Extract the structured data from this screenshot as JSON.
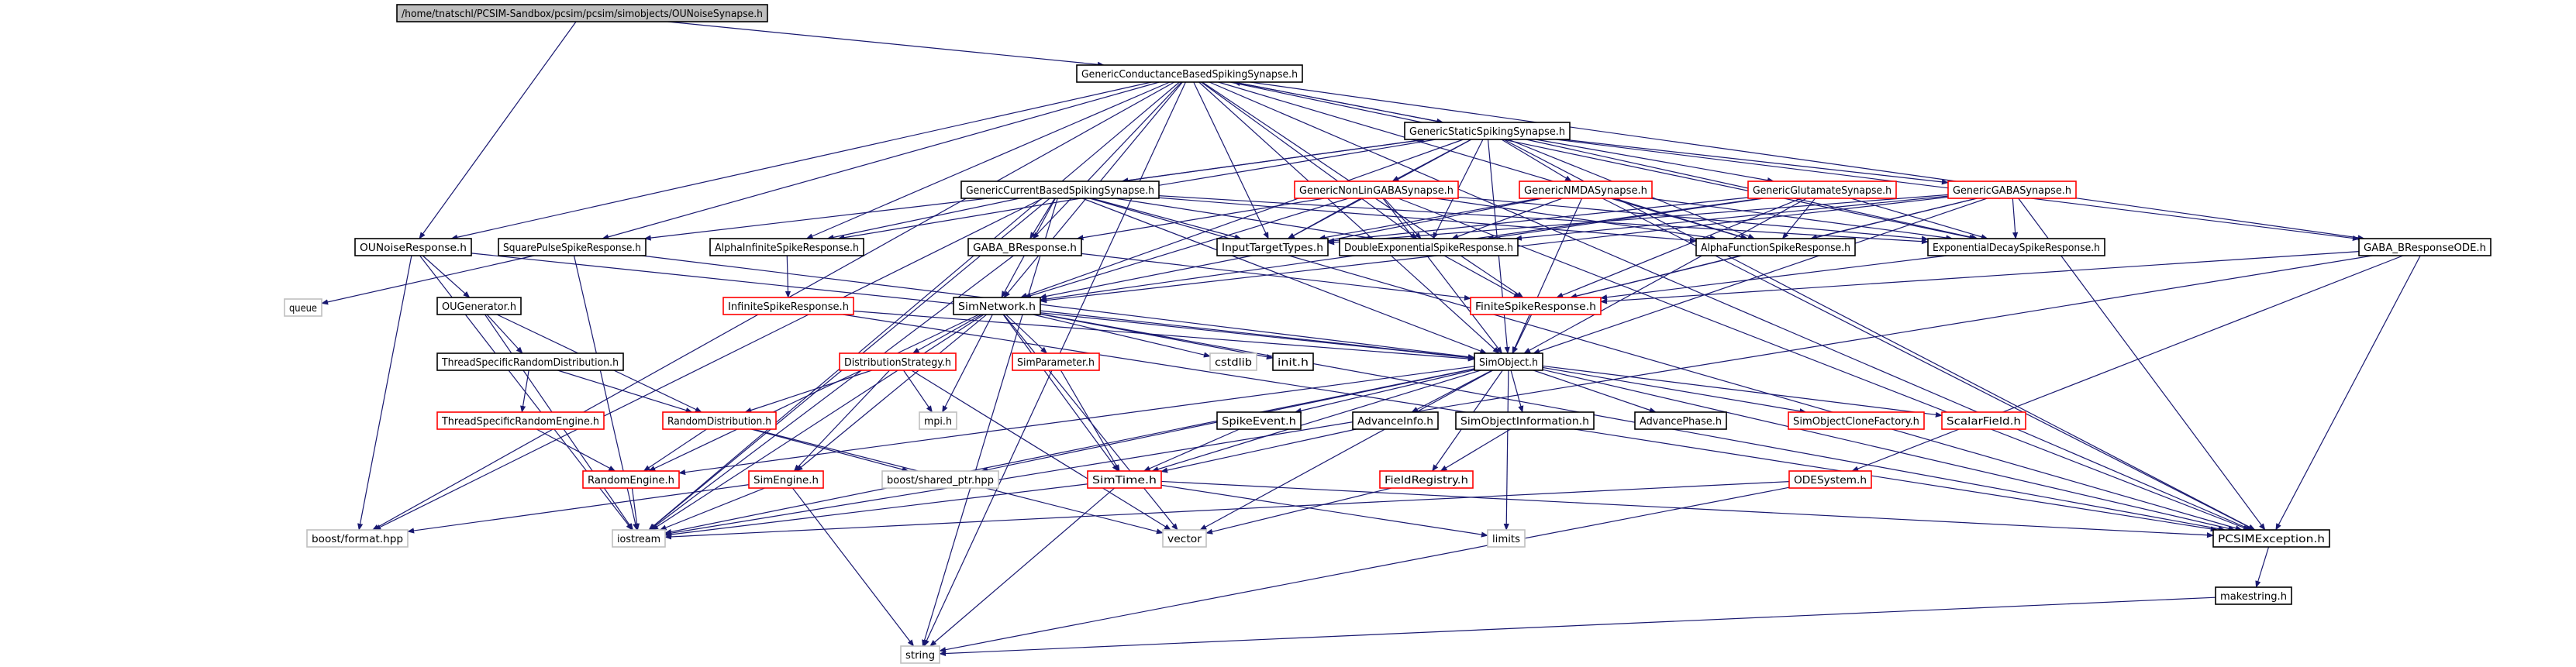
{
  "colors": {
    "edge": "#191970",
    "box_black": "#000000",
    "box_red": "#ff0000",
    "box_gray": "#bfbfbf",
    "root_fill": "#bfbfbf",
    "box_fill": "#ffffff"
  },
  "nodes": [
    {
      "id": "root",
      "label": "/home/tnatschl/PCSIM-Sandbox/pcsim/pcsim/simobjects/OUNoiseSynapse.h",
      "style": "root"
    },
    {
      "id": "gcbss",
      "label": "GenericConductanceBasedSpikingSynapse.h",
      "style": "black"
    },
    {
      "id": "gsss",
      "label": "GenericStaticSpikingSynapse.h",
      "style": "black"
    },
    {
      "id": "gcurbss",
      "label": "GenericCurrentBasedSpikingSynapse.h",
      "style": "black"
    },
    {
      "id": "gnonlin",
      "label": "GenericNonLinGABASynapse.h",
      "style": "red"
    },
    {
      "id": "gnmda",
      "label": "GenericNMDASynapse.h",
      "style": "red"
    },
    {
      "id": "gglut",
      "label": "GenericGlutamateSynapse.h",
      "style": "red"
    },
    {
      "id": "ggaba",
      "label": "GenericGABASynapse.h",
      "style": "red"
    },
    {
      "id": "ounr",
      "label": "OUNoiseResponse.h",
      "style": "black"
    },
    {
      "id": "sqps",
      "label": "SquarePulseSpikeResponse.h",
      "style": "black"
    },
    {
      "id": "aisr",
      "label": "AlphaInfiniteSpikeResponse.h",
      "style": "black"
    },
    {
      "id": "gabab",
      "label": "GABA_BResponse.h",
      "style": "black"
    },
    {
      "id": "itt",
      "label": "InputTargetTypes.h",
      "style": "black"
    },
    {
      "id": "desr",
      "label": "DoubleExponentialSpikeResponse.h",
      "style": "black"
    },
    {
      "id": "afsr",
      "label": "AlphaFunctionSpikeResponse.h",
      "style": "black"
    },
    {
      "id": "edsr",
      "label": "ExponentialDecaySpikeResponse.h",
      "style": "black"
    },
    {
      "id": "gababode",
      "label": "GABA_BResponseODE.h",
      "style": "black"
    },
    {
      "id": "queue",
      "label": "queue",
      "style": "gray"
    },
    {
      "id": "oug",
      "label": "OUGenerator.h",
      "style": "black"
    },
    {
      "id": "isr",
      "label": "InfiniteSpikeResponse.h",
      "style": "red"
    },
    {
      "id": "simnet",
      "label": "SimNetwork.h",
      "style": "black"
    },
    {
      "id": "fsr",
      "label": "FiniteSpikeResponse.h",
      "style": "red"
    },
    {
      "id": "tsrd",
      "label": "ThreadSpecificRandomDistribution.h",
      "style": "black"
    },
    {
      "id": "cstdlib",
      "label": "cstdlib",
      "style": "gray"
    },
    {
      "id": "inith",
      "label": "init.h",
      "style": "black"
    },
    {
      "id": "simobj",
      "label": "SimObject.h",
      "style": "black"
    },
    {
      "id": "diststrat",
      "label": "DistributionStrategy.h",
      "style": "red"
    },
    {
      "id": "simparam",
      "label": "SimParameter.h",
      "style": "red"
    },
    {
      "id": "tsre",
      "label": "ThreadSpecificRandomEngine.h",
      "style": "red"
    },
    {
      "id": "randdist",
      "label": "RandomDistribution.h",
      "style": "red"
    },
    {
      "id": "mpi",
      "label": "mpi.h",
      "style": "gray"
    },
    {
      "id": "spikeevent",
      "label": "SpikeEvent.h",
      "style": "black"
    },
    {
      "id": "advinfo",
      "label": "AdvanceInfo.h",
      "style": "black"
    },
    {
      "id": "siminfo",
      "label": "SimObjectInformation.h",
      "style": "black"
    },
    {
      "id": "advphase",
      "label": "AdvancePhase.h",
      "style": "black"
    },
    {
      "id": "socf",
      "label": "SimObjectCloneFactory.h",
      "style": "red"
    },
    {
      "id": "scalar",
      "label": "ScalarField.h",
      "style": "red"
    },
    {
      "id": "randeng",
      "label": "RandomEngine.h",
      "style": "red"
    },
    {
      "id": "simeng",
      "label": "SimEngine.h",
      "style": "red"
    },
    {
      "id": "boostsp",
      "label": "boost/shared_ptr.hpp",
      "style": "gray"
    },
    {
      "id": "simtime",
      "label": "SimTime.h",
      "style": "red"
    },
    {
      "id": "fieldreg",
      "label": "FieldRegistry.h",
      "style": "red"
    },
    {
      "id": "odesys",
      "label": "ODESystem.h",
      "style": "red"
    },
    {
      "id": "boostfmt",
      "label": "boost/format.hpp",
      "style": "gray"
    },
    {
      "id": "iostream",
      "label": "iostream",
      "style": "gray"
    },
    {
      "id": "vector",
      "label": "vector",
      "style": "gray"
    },
    {
      "id": "limits",
      "label": "limits",
      "style": "gray"
    },
    {
      "id": "pcsimexc",
      "label": "PCSIMException.h",
      "style": "black"
    },
    {
      "id": "makestring",
      "label": "makestring.h",
      "style": "black"
    },
    {
      "id": "string",
      "label": "string",
      "style": "gray"
    }
  ]
}
